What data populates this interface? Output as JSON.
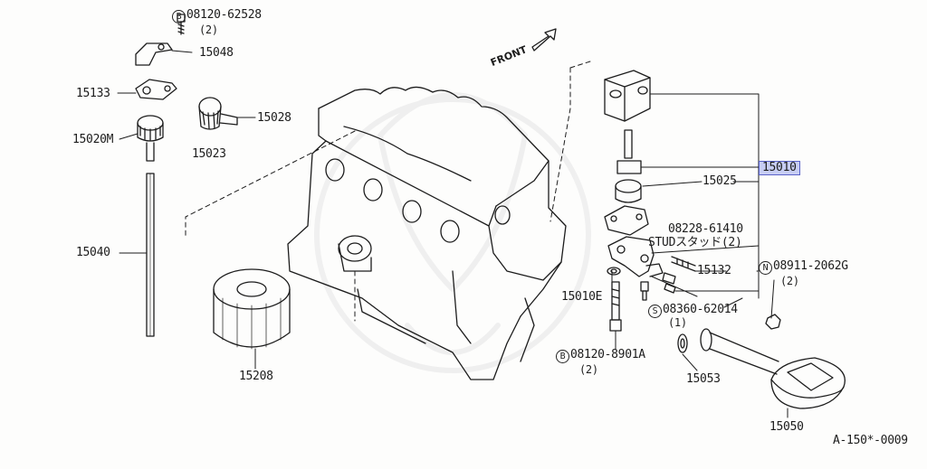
{
  "front_label": "FRONT",
  "diagram_code": "A-150*-0009",
  "labels": {
    "bolt_top": "08120-62528",
    "bolt_top_qty": "(2)",
    "p15048": "15048",
    "p15133": "15133",
    "p15028": "15028",
    "p15020M": "15020M",
    "p15023": "15023",
    "p15040": "15040",
    "p15208": "15208",
    "p15010": "15010",
    "p15025": "15025",
    "stud_num": "08228-61410",
    "stud_text": "STUDスタッド(2)",
    "p15132": "15132",
    "nut_num": "08911-2062G",
    "nut_qty": "(2)",
    "p15010E": "15010E",
    "screw_num": "08360-62014",
    "screw_qty": "(1)",
    "bolt_bottom": "08120-8901A",
    "bolt_bottom_qty": "(2)",
    "p15053": "15053",
    "p15050": "15050"
  },
  "prefix": {
    "B": "B",
    "N": "N",
    "S": "S"
  },
  "highlight_color": "#c7cdf3"
}
